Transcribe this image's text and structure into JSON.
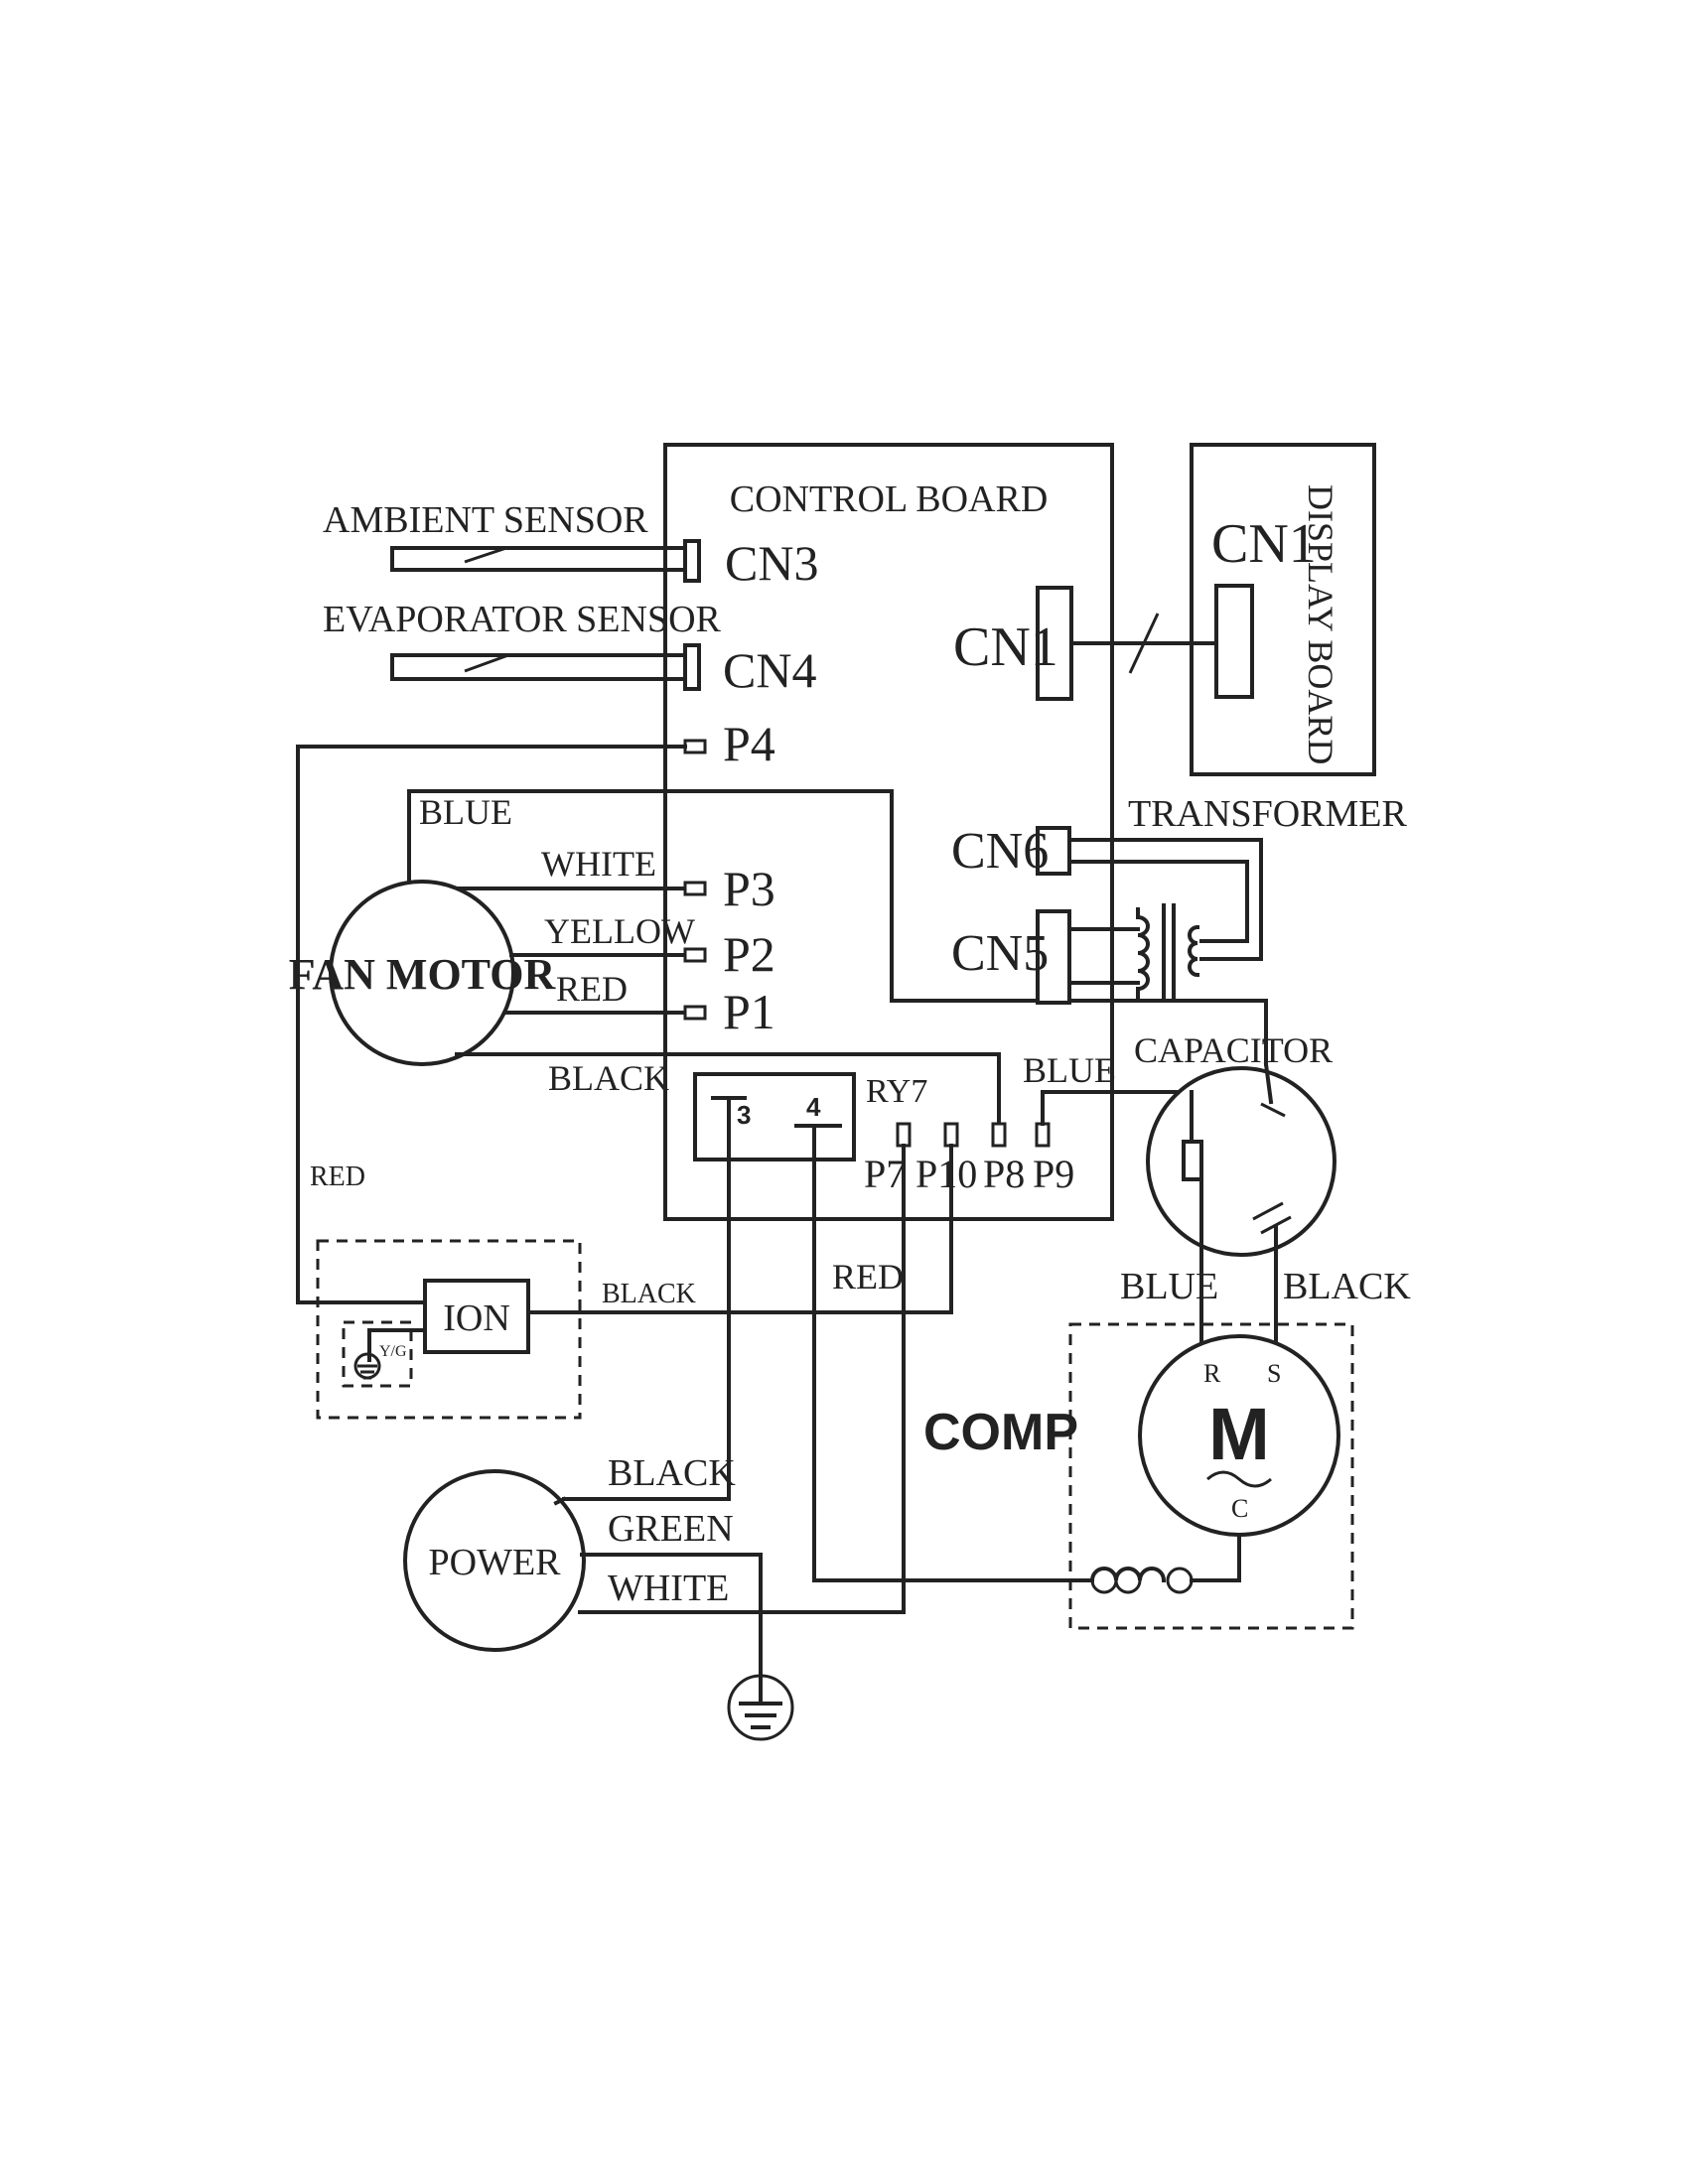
{
  "control_board": {
    "title": "CONTROL BOARD",
    "connectors": {
      "cn3": "CN3",
      "cn4": "CN4",
      "cn1": "CN1",
      "cn6": "CN6",
      "cn5": "CN5"
    },
    "pins": {
      "p4": "P4",
      "p3": "P3",
      "p2": "P2",
      "p1": "P1",
      "p7": "P7",
      "p10": "P10",
      "p8": "P8",
      "p9": "P9"
    },
    "relay": {
      "label": "RY7",
      "contact_3": "3",
      "contact_4": "4"
    }
  },
  "display_board": {
    "label": "DISPLAY BOARD",
    "connector": "CN1"
  },
  "sensors": {
    "ambient": "AMBIENT SENSOR",
    "evaporator": "EVAPORATOR SENSOR"
  },
  "fan_motor": {
    "label": "FAN MOTOR",
    "wires": {
      "blue": "BLUE",
      "white": "WHITE",
      "yellow": "YELLOW",
      "red": "RED",
      "black": "BLACK"
    }
  },
  "transformer": {
    "label": "TRANSFORMER"
  },
  "capacitor": {
    "label": "CAPACITOR",
    "wire_blue_top": "BLUE",
    "wire_blue": "BLUE",
    "wire_black": "BLACK"
  },
  "compressor": {
    "label": "COMP",
    "motor_symbol": "M",
    "terminals": {
      "r": "R",
      "s": "S",
      "c": "C"
    }
  },
  "ion": {
    "label": "ION",
    "ground_tag": "Y/G",
    "wire_black": "BLACK",
    "wire_red_left": "RED",
    "wire_red_right": "RED"
  },
  "power": {
    "label": "POWER",
    "wires": {
      "black": "BLACK",
      "green": "GREEN",
      "white": "WHITE"
    }
  }
}
